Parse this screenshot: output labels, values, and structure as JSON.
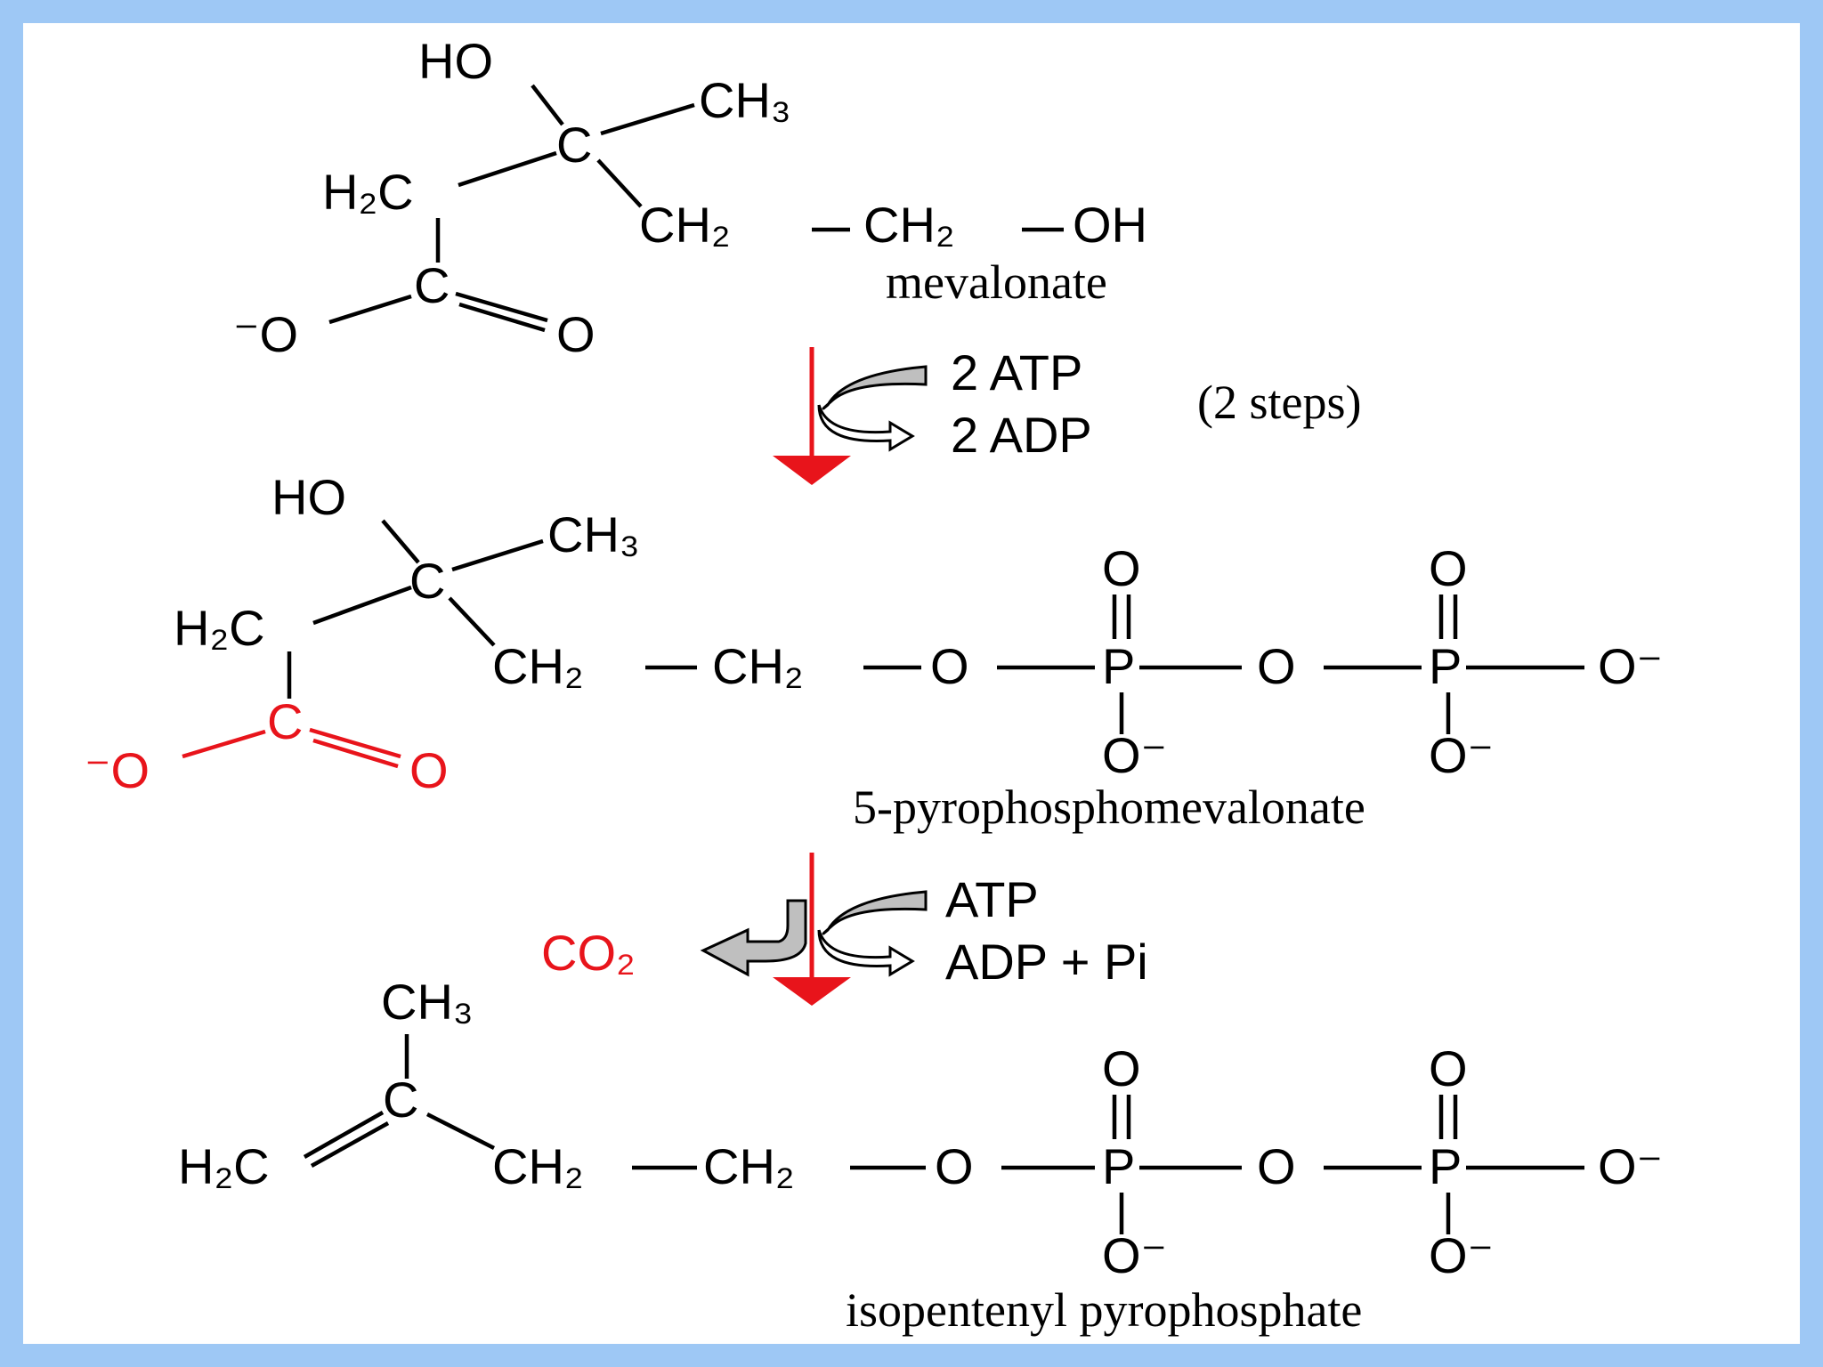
{
  "colors": {
    "frame": "#9ec8f5",
    "highlight": "#e8141b",
    "arrow_gray": "#bfbfbf"
  },
  "atoms": {
    "HO": "HO",
    "CH3": "CH₃",
    "H2C": "H₂C",
    "C": "C",
    "CH2": "CH₂",
    "OH": "OH",
    "O": "O",
    "O_minus": "O⁻",
    "minus_O": "⁻O",
    "P": "P"
  },
  "molecules": {
    "mevalonate": "mevalonate",
    "pyrophosphomevalonate": "5-pyrophosphomevalonate",
    "ipp": "isopentenyl pyrophosphate"
  },
  "step1": {
    "in": "2 ATP",
    "out": "2 ADP",
    "note": "(2 steps)"
  },
  "step2": {
    "in": "ATP",
    "out": "ADP + Pi",
    "released": "CO₂"
  }
}
